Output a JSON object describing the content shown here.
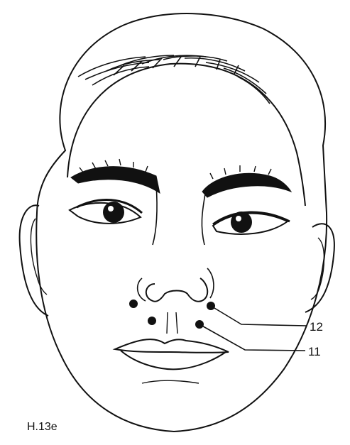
{
  "figure": {
    "caption": "H.13e",
    "points": [
      {
        "id": "12",
        "label": "12"
      },
      {
        "id": "11",
        "label": "11"
      }
    ]
  },
  "colors": {
    "ink": "#111111",
    "background": "#ffffff"
  }
}
